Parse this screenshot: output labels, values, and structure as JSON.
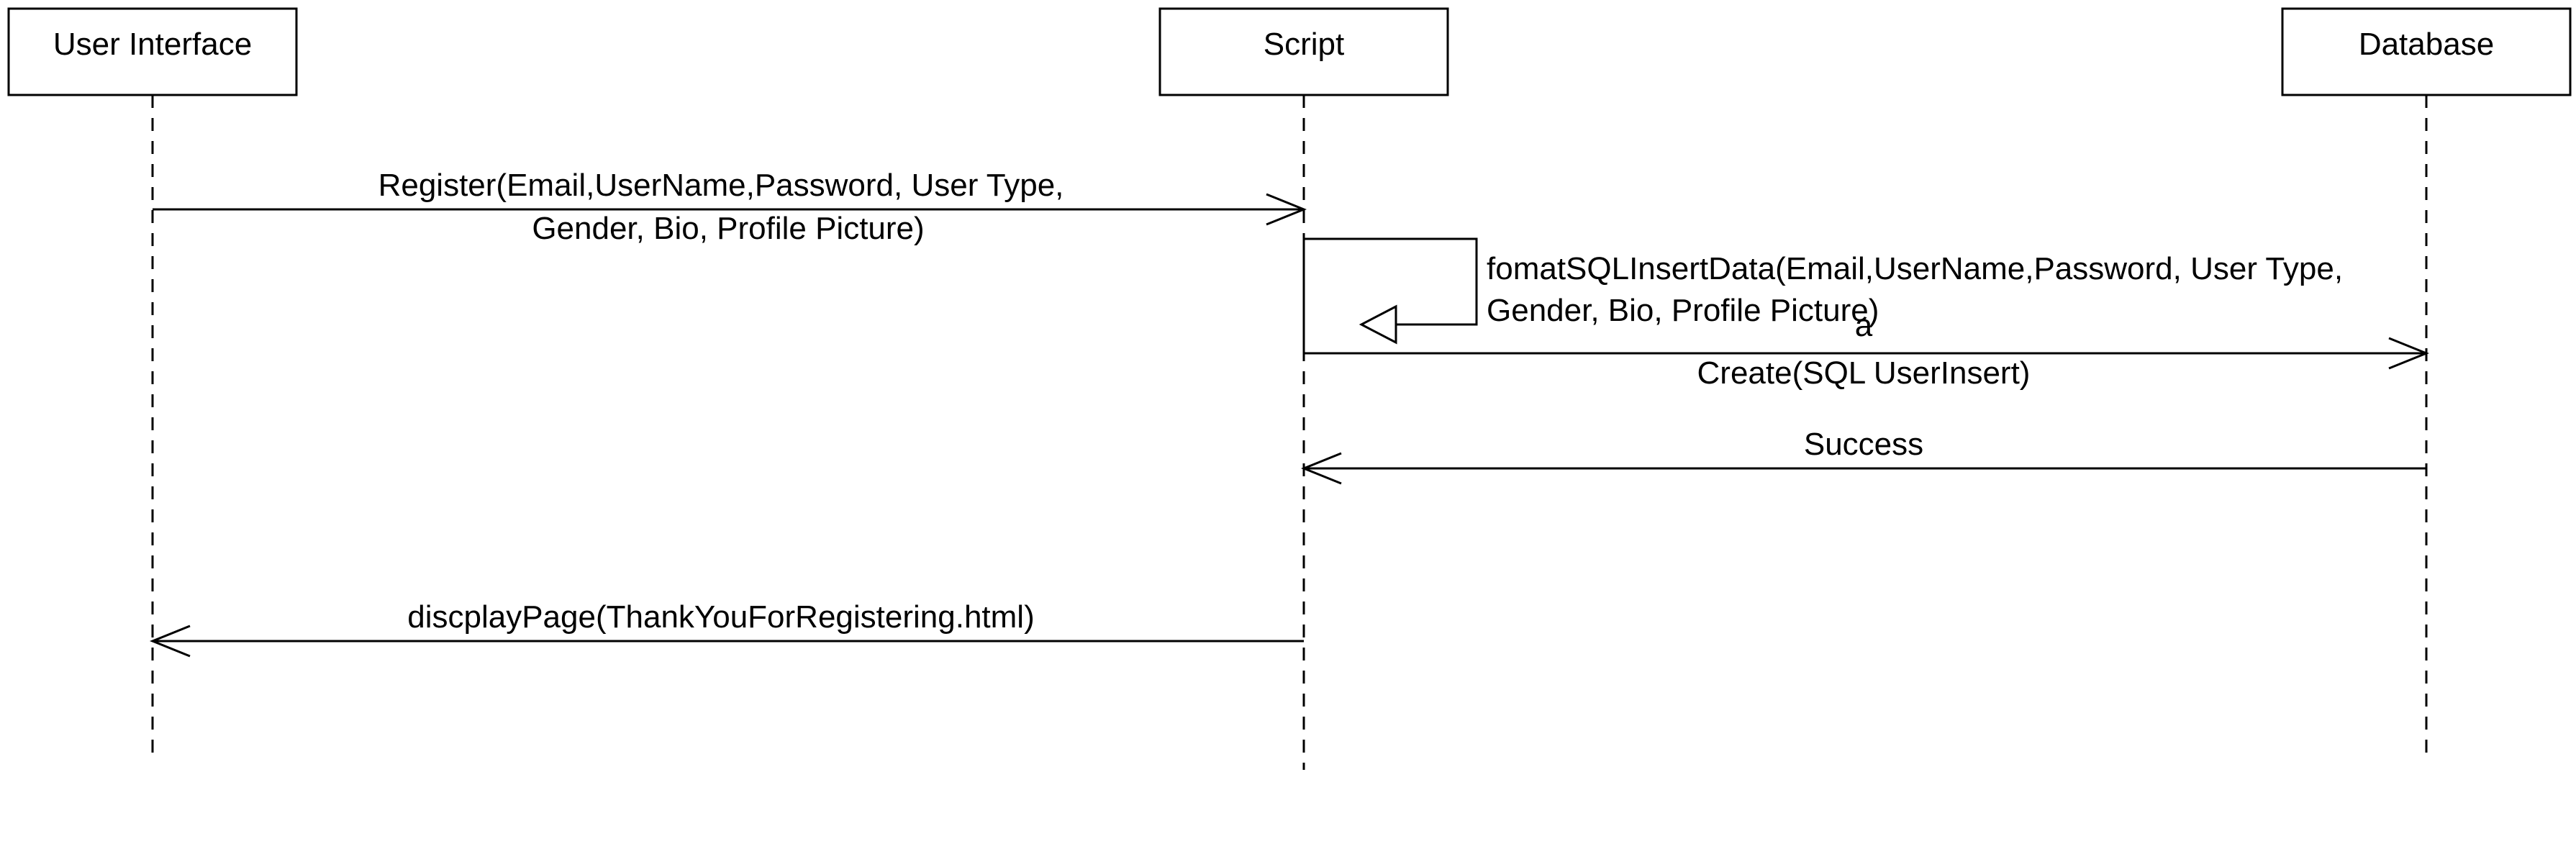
{
  "diagram": {
    "type": "sequence",
    "participants": [
      {
        "id": "ui",
        "label": "User Interface"
      },
      {
        "id": "script",
        "label": "Script"
      },
      {
        "id": "db",
        "label": "Database"
      }
    ],
    "messages": [
      {
        "id": "register",
        "from": "ui",
        "to": "script",
        "lines": [
          "Register(Email,UserName,Password, User Type,",
          "Gender, Bio, Profile Picture)"
        ]
      },
      {
        "id": "format",
        "from": "script",
        "to": "script",
        "lines": [
          "fomatSQLInsertData(Email,UserName,Password, User Type,",
          "Gender, Bio, Profile Picture)"
        ]
      },
      {
        "id": "create",
        "from": "script",
        "to": "db",
        "lines": [
          "a",
          "Create(SQL UserInsert)"
        ]
      },
      {
        "id": "success",
        "from": "db",
        "to": "script",
        "lines": [
          "Success"
        ]
      },
      {
        "id": "display",
        "from": "script",
        "to": "ui",
        "lines": [
          "discplayPage(ThankYouForRegistering.html)"
        ]
      }
    ]
  }
}
